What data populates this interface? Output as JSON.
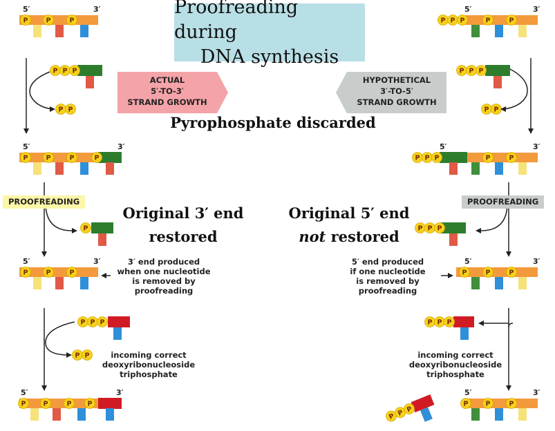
{
  "title": {
    "line1": "Proofreading during",
    "line2": "DNA synthesis"
  },
  "arrows": {
    "actual": {
      "line1": "ACTUAL",
      "line2": "5′-TO-3′",
      "line3": "STRAND GROWTH",
      "color": "#f4a3a8"
    },
    "hypothetical": {
      "line1": "HYPOTHETICAL",
      "line2": "3′-TO-5′",
      "line3": "STRAND GROWTH",
      "color": "#c8cdcc"
    }
  },
  "pyrophosphate_label": "Pyrophosphate discarded",
  "proofreading_left": "PROOFREADING",
  "proofreading_right": "PROOFREADING",
  "original3": {
    "line1": "Original 3′ end",
    "line2": "restored"
  },
  "original5": {
    "line1": "Original 5′ end",
    "not_word": "not",
    "line2_rest": " restored"
  },
  "caption_left": {
    "line1": "3′ end produced",
    "line2": "when one nucleotide",
    "line3": "is removed by",
    "line4": "proofreading"
  },
  "caption_right": {
    "line1": "5′ end produced",
    "line2": "if one nucleotide",
    "line3": "is removed by",
    "line4": "proofreading"
  },
  "incoming_left": {
    "line1": "incoming correct",
    "line2": "deoxyribonucleoside",
    "line3": "triphosphate"
  },
  "incoming_right": {
    "line1": "incoming correct",
    "line2": "deoxyribonucleoside",
    "line3": "triphosphate"
  },
  "labels": {
    "five_prime": "5′",
    "three_prime": "3′",
    "phosphate": "P"
  },
  "colors": {
    "backbone": "#f39a3c",
    "phosphate": "#f5d21c",
    "yellow_base": "#f6e27a",
    "red_base": "#e05a45",
    "blue_base": "#2f8fd8",
    "green_base": "#3f8f3b",
    "green_nucleotide": "#2d7d2d",
    "red_nucleotide": "#d01b24",
    "proof_left_bg": "#fbf6a8",
    "proof_right_bg": "#c8cdcc",
    "line": "#222222"
  }
}
